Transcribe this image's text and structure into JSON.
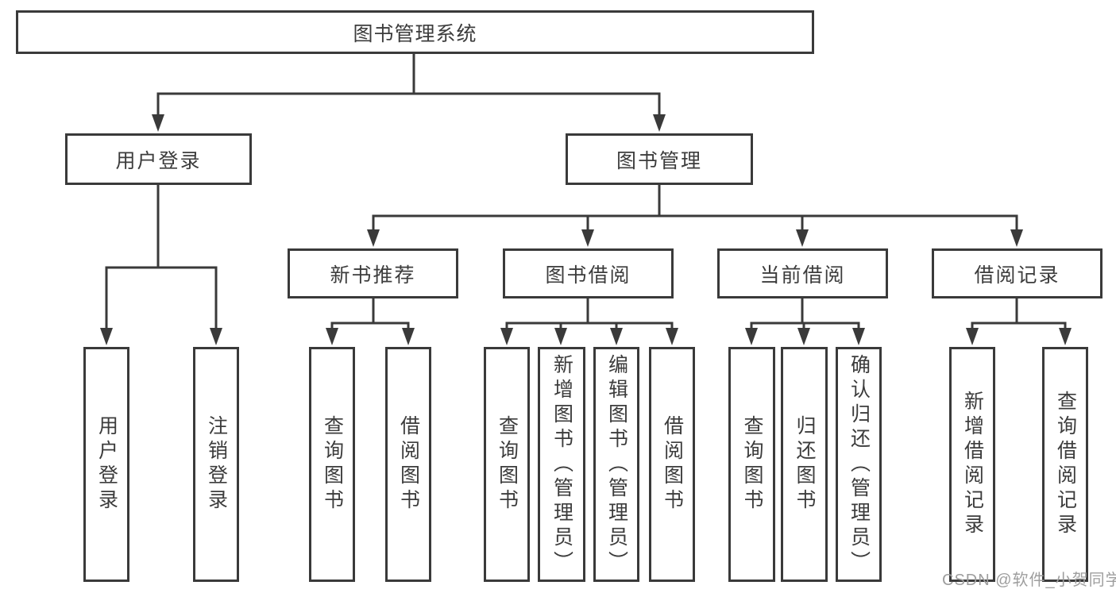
{
  "diagram_title": "图书管理系统",
  "tree": {
    "root": {
      "label": "图书管理系统",
      "children": [
        {
          "label": "用户登录",
          "children": [
            {
              "label": "用户登录"
            },
            {
              "label": "注销登录"
            }
          ]
        },
        {
          "label": "图书管理",
          "children": [
            {
              "label": "新书推荐",
              "children": [
                {
                  "label": "查询图书"
                },
                {
                  "label": "借阅图书"
                }
              ]
            },
            {
              "label": "图书借阅",
              "children": [
                {
                  "label": "查询图书"
                },
                {
                  "label": "新增图书（管理员）"
                },
                {
                  "label": "编辑图书（管理员）"
                },
                {
                  "label": "借阅图书"
                }
              ]
            },
            {
              "label": "当前借阅",
              "children": [
                {
                  "label": "查询图书"
                },
                {
                  "label": "归还图书"
                },
                {
                  "label": "确认归还（管理员）"
                }
              ]
            },
            {
              "label": "借阅记录",
              "children": [
                {
                  "label": "新增借阅记录"
                },
                {
                  "label": "查询借阅记录"
                }
              ]
            }
          ]
        }
      ]
    }
  },
  "watermark": "CSDN @软件_小贺同学",
  "colors": {
    "line": "#3a3a3a",
    "text": "#3c3c3c",
    "bg": "#ffffff",
    "watermark": "#9e9e9e"
  }
}
